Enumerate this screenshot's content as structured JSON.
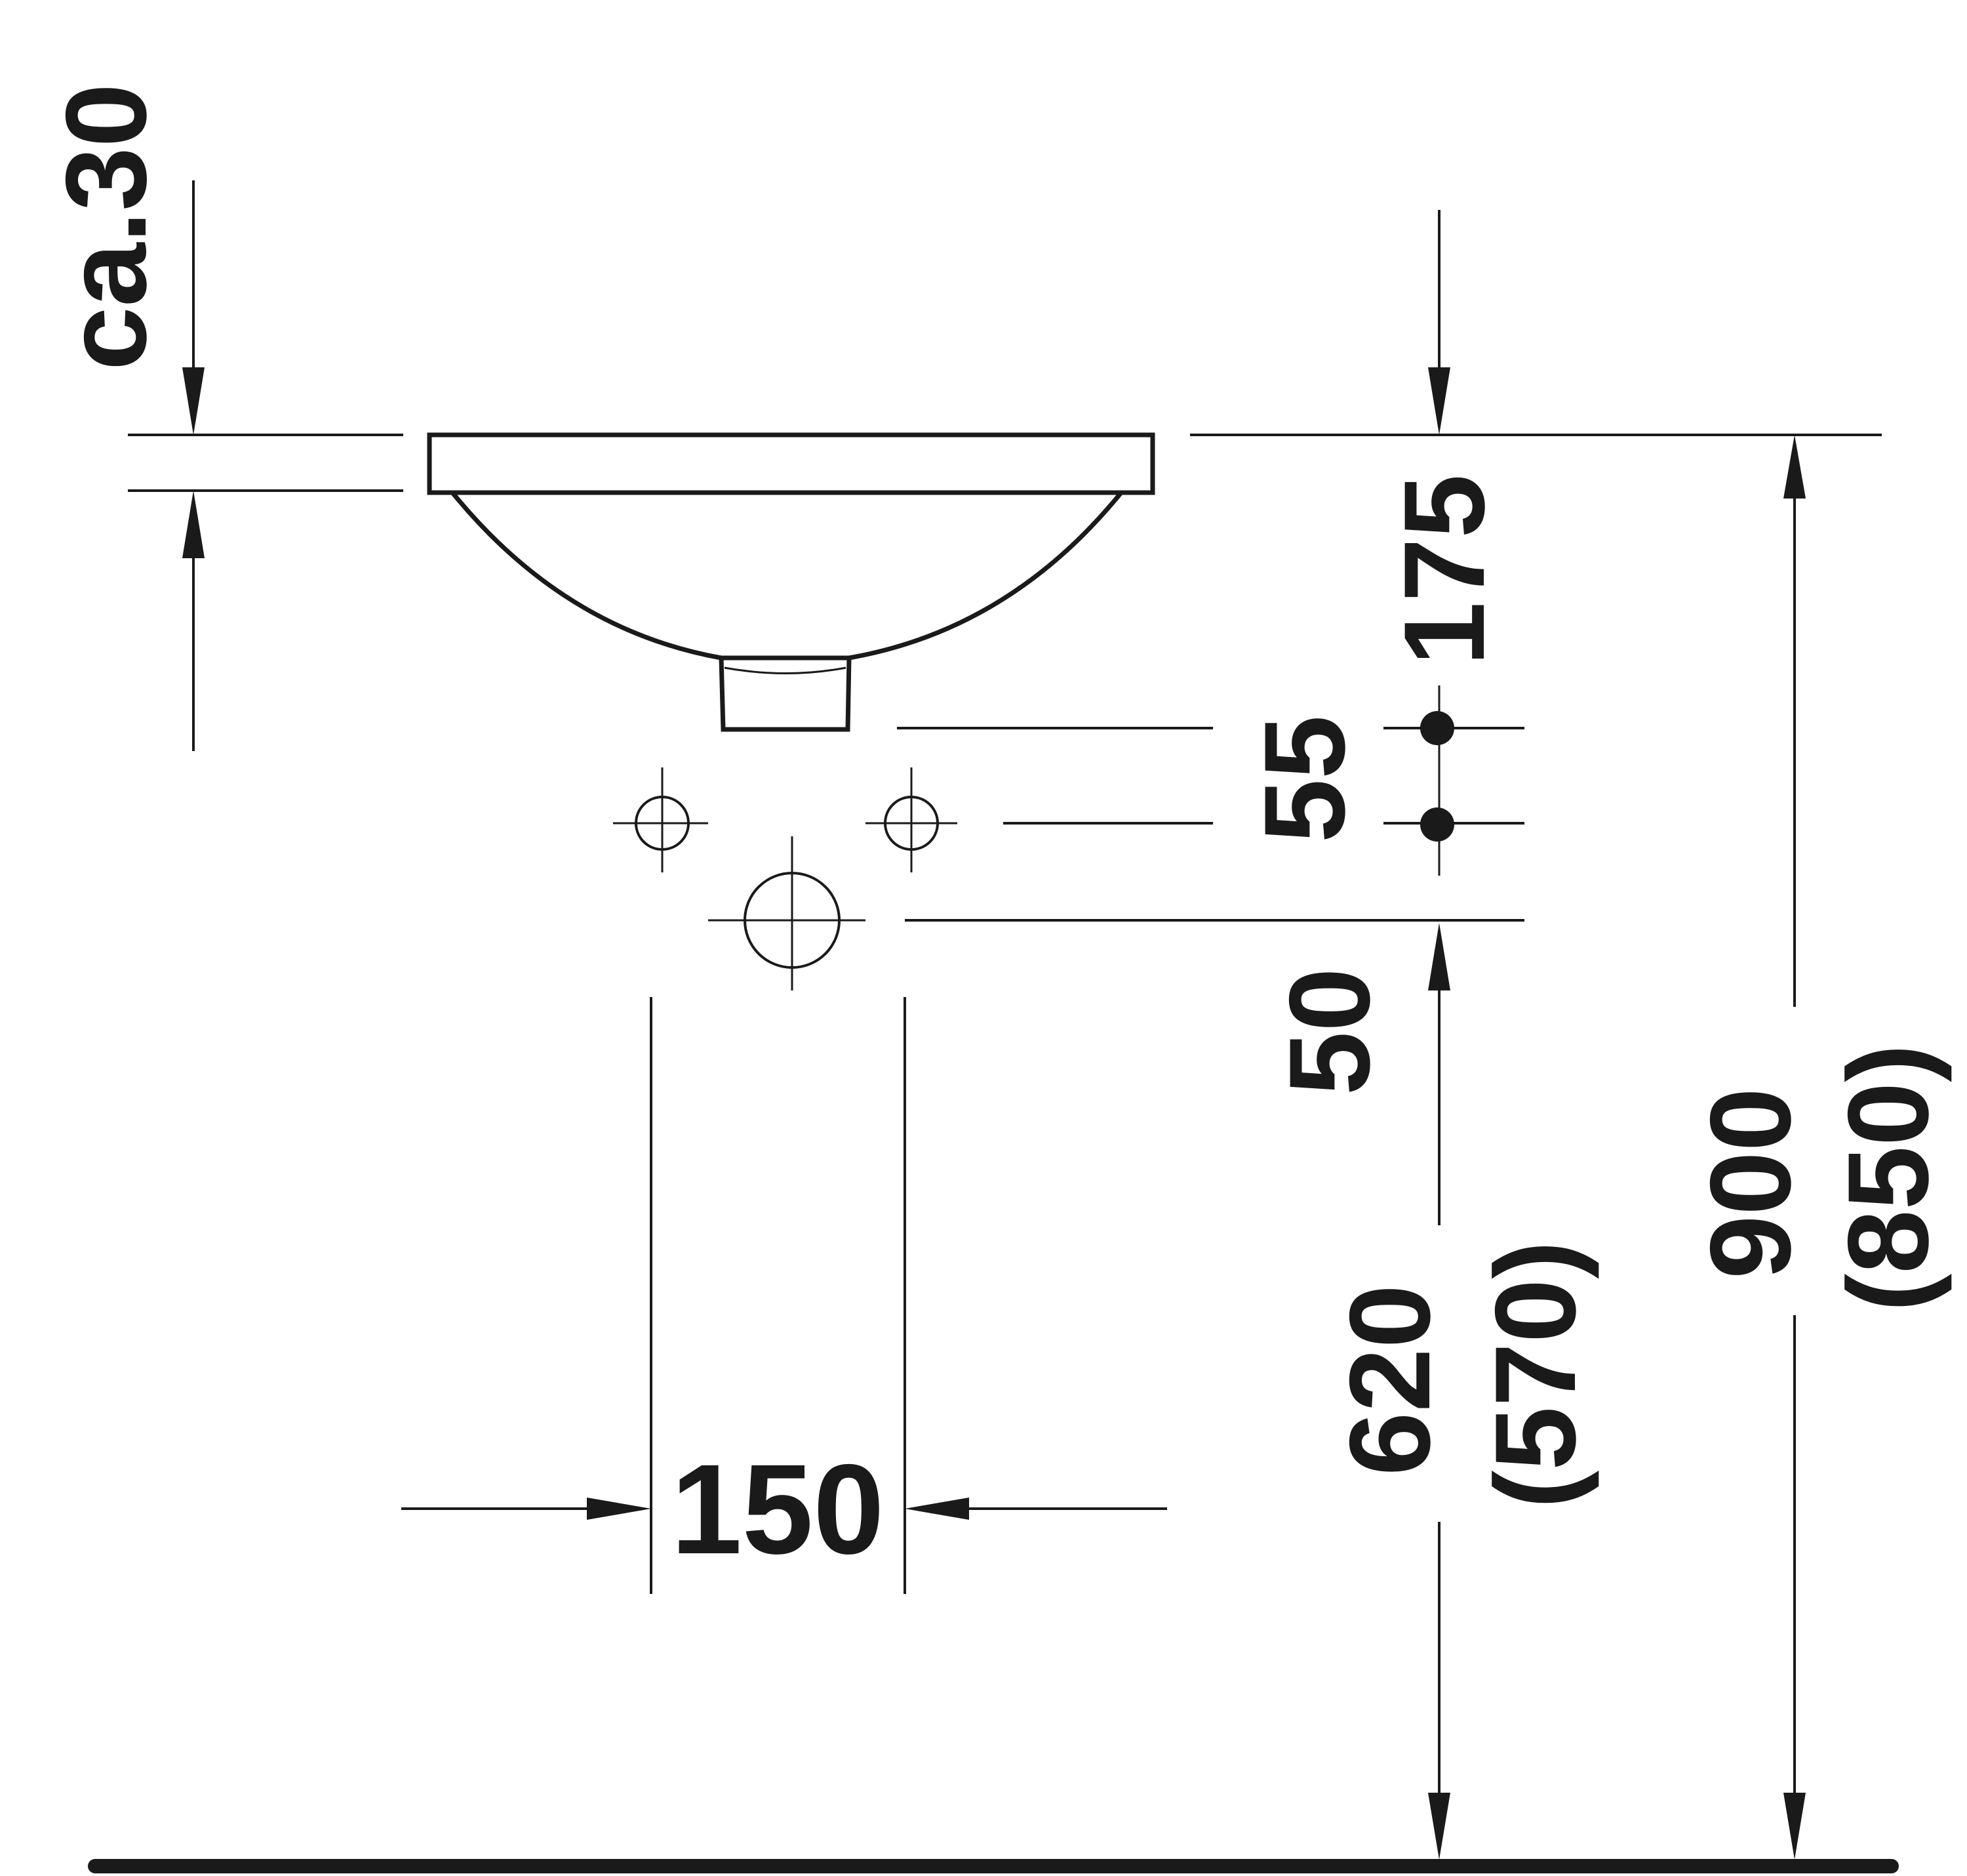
{
  "drawing": {
    "dimensions": {
      "rim_thickness": "ca.30",
      "outlet_to_rim": "175",
      "tap_hole_spacing": "55",
      "drain_offset": "50",
      "drain_height": "620",
      "drain_height_alt": "(570)",
      "rim_height": "900",
      "rim_height_alt": "(850)",
      "drain_width": "150"
    }
  }
}
